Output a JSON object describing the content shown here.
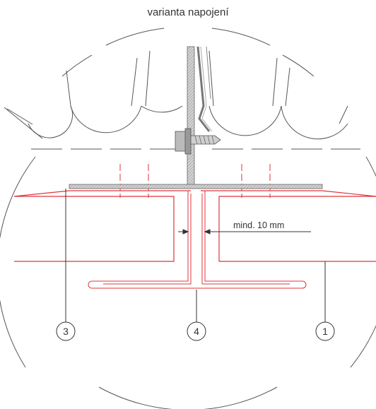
{
  "title": "varianta napojení",
  "dimension_label": "mind. 10 mm",
  "callouts": [
    "3",
    "4",
    "1"
  ],
  "colors": {
    "line": "#555555",
    "panel": "#e0343c",
    "metal": "#9a9a9a",
    "background": "#ffffff"
  }
}
